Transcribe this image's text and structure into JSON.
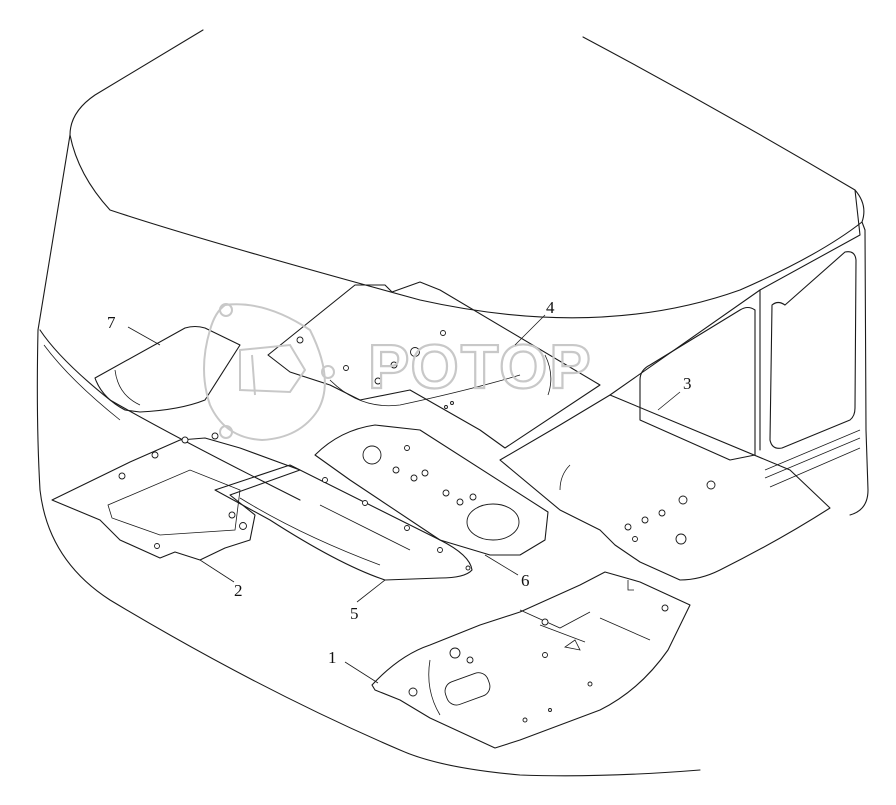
{
  "watermark": {
    "text": "РОТОР"
  },
  "callouts": [
    {
      "id": "1",
      "label": "1"
    },
    {
      "id": "2",
      "label": "2"
    },
    {
      "id": "3",
      "label": "3"
    },
    {
      "id": "4",
      "label": "4"
    },
    {
      "id": "5",
      "label": "5"
    },
    {
      "id": "6",
      "label": "6"
    },
    {
      "id": "7",
      "label": "7"
    }
  ],
  "colors": {
    "line": "#1a1a1a",
    "watermark": "#c8c8c8",
    "background": "#ffffff"
  }
}
